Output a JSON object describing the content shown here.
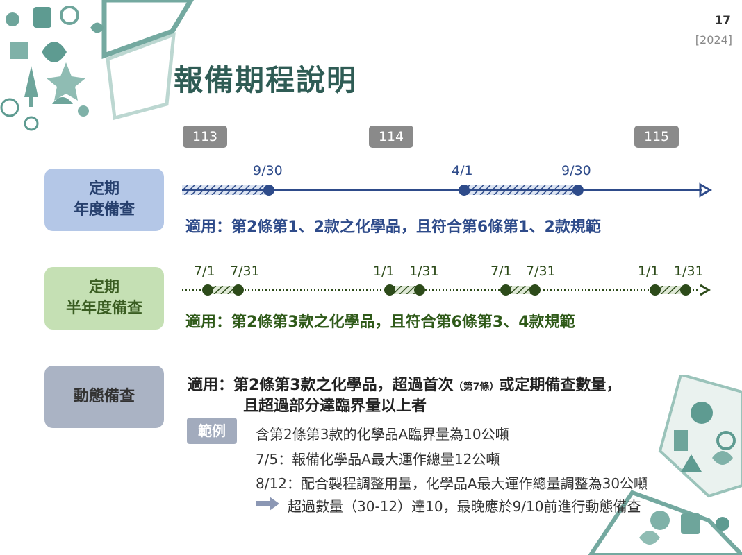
{
  "page": {
    "number": "17",
    "year_tag": "[2024]"
  },
  "title": "報備期程說明",
  "years": [
    "113",
    "114",
    "115"
  ],
  "annual": {
    "label_line1": "定期",
    "label_line2": "年度備查",
    "dates": [
      "9/30",
      "4/1",
      "9/30"
    ],
    "apply": "適用：第2條第1、2款之化學品，且符合第6條第1、2款規範"
  },
  "semiannual": {
    "label_line1": "定期",
    "label_line2": "半年度備查",
    "dates": [
      "7/1",
      "7/31",
      "1/1",
      "1/31",
      "7/1",
      "7/31",
      "1/1",
      "1/31"
    ],
    "apply": "適用：第2條第3款之化學品，且符合第6條第3、4款規範"
  },
  "dynamic": {
    "label": "動態備查",
    "apply_part1": "適用：第2條第3款之化學品，超過首次",
    "apply_note": "（第7條）",
    "apply_part2": "或定期備查數量，",
    "apply_line2": "且超過部分達臨界量以上者"
  },
  "example": {
    "tag": "範例",
    "lines": [
      "含第2條第3款的化學品A臨界量為10公噸",
      "7/5：報備化學品A最大運作總量12公噸",
      "8/12：配合製程調整用量，化學品A最大運作總量調整為30公噸"
    ],
    "conclusion": "超過數量（30-12）達10，最晚應於9/10前進行動態備查"
  },
  "colors": {
    "annual": "#2e4b8a",
    "semiannual": "#2d4b1a",
    "title": "#2f5c55",
    "decor": "#5e9b91"
  }
}
